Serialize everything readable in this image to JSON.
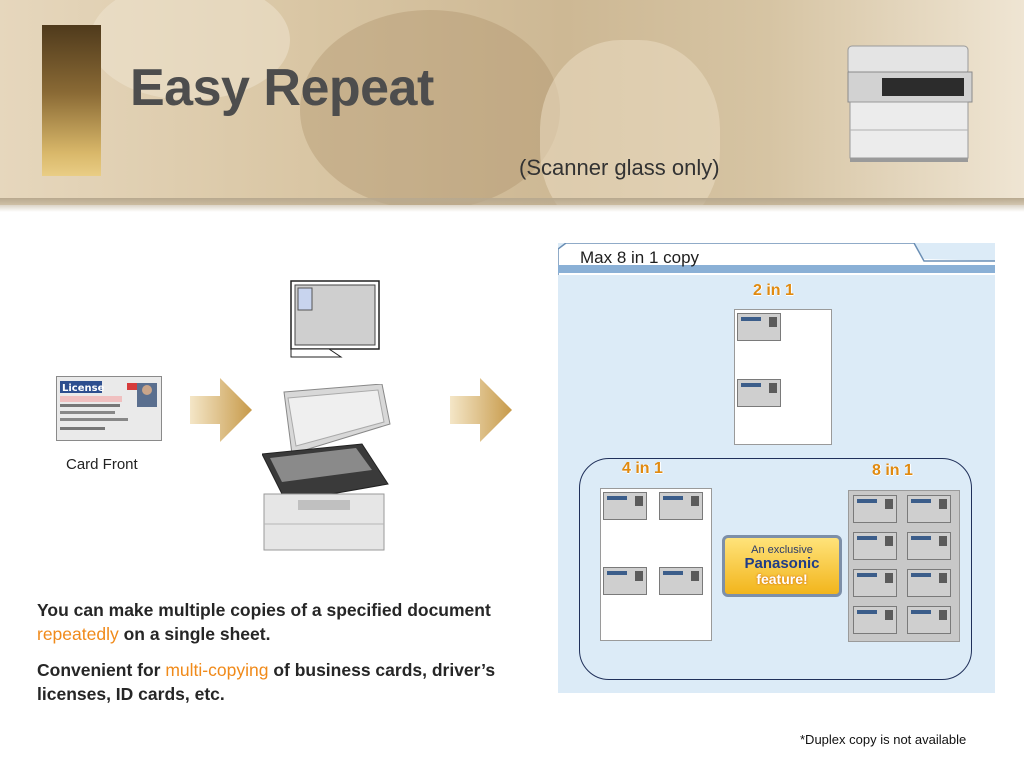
{
  "header": {
    "title": "Easy Repeat",
    "subtitle": "(Scanner glass only)"
  },
  "left": {
    "card_label": "Card Front"
  },
  "panel": {
    "tab_label": "Max 8 in 1 copy",
    "layouts": {
      "two": "2 in 1",
      "four": "4 in 1",
      "eight": "8 in 1"
    },
    "badge": {
      "line1": "An exclusive",
      "line2": "Panasonic",
      "line3": "feature!"
    }
  },
  "body": {
    "p1_a": "You can make multiple copies of a specified document ",
    "p1_highlight": "repeatedly",
    "p1_b": " on a single sheet.",
    "p2_a": "Convenient for ",
    "p2_highlight": "multi-copying",
    "p2_b": " of business cards, driver’s licenses, ID cards, etc."
  },
  "footnote": "*Duplex copy is not available",
  "colors": {
    "highlight": "#f08a1a",
    "title": "#4d4d4d",
    "panel_bg": "#dcebf7",
    "layout_label": "#e08a10"
  }
}
